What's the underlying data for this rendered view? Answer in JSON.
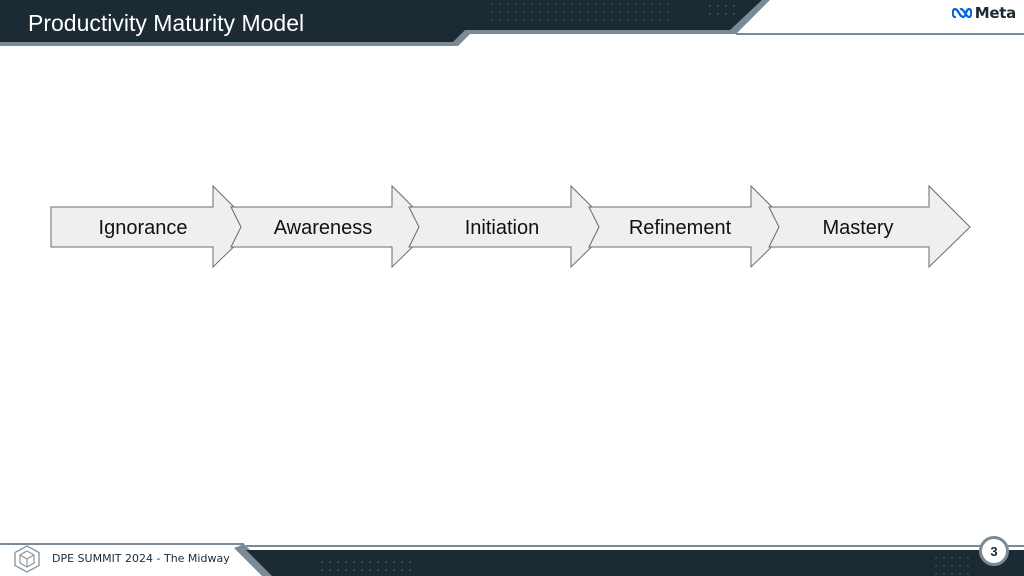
{
  "slide": {
    "title": "Productivity Maturity Model",
    "brand": "Meta",
    "brand_icon": "meta-infinity-icon",
    "footer": "DPE SUMMIT 2024 - The Midway",
    "footer_icon": "dpe-hexagon-logo-icon",
    "page_number": "3"
  },
  "stages": [
    {
      "label": "Ignorance"
    },
    {
      "label": "Awareness"
    },
    {
      "label": "Initiation"
    },
    {
      "label": "Refinement"
    },
    {
      "label": "Mastery"
    }
  ],
  "colors": {
    "banner_dark": "#1c2b33",
    "banner_accent": "#7a8a96",
    "arrow_fill": "#efefef",
    "arrow_stroke": "#6b6b6b",
    "meta_blue": "#0064e0"
  }
}
